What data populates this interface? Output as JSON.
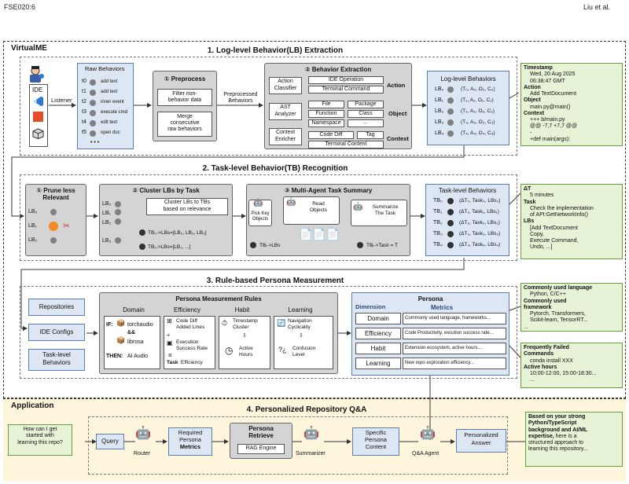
{
  "page_header": {
    "left": "FSE020:6",
    "right": "Liu et al."
  },
  "virtualme": {
    "title": "VirtualME",
    "ide_label": "IDE",
    "listener": "Listener"
  },
  "sec1": {
    "title": "1. Log-level Behavior(LB) Extraction",
    "raw": {
      "title": "Raw Behaviors",
      "items": [
        {
          "t": "t0",
          "label": "add text"
        },
        {
          "t": "t1",
          "label": "add text"
        },
        {
          "t": "t2",
          "label": "inner event"
        },
        {
          "t": "t3",
          "label": "execute cmd"
        },
        {
          "t": "t4",
          "label": "edit text"
        },
        {
          "t": "t5",
          "label": "open doc"
        }
      ],
      "ellipsis": "• • •"
    },
    "preprocess": {
      "title": "① Preprocess",
      "box1": [
        "Filter non-",
        "behavior data"
      ],
      "box2": [
        "Merge",
        "consecutive",
        "raw behaviors"
      ]
    },
    "preprocessed": [
      "Preprocessed",
      "Behaviors"
    ],
    "extraction": {
      "title": "② Behavior Extraction",
      "action_classifier": [
        "Action",
        "Classifier"
      ],
      "ast": [
        "AST",
        "Analyzer"
      ],
      "context": [
        "Context",
        "Enricher"
      ],
      "ide_op": "IDE Operation",
      "term_cmd": "Terminal Command",
      "file": "File",
      "package": "Package",
      "function": "Function",
      "class": "Class",
      "namespace": "Namespace",
      "dots": "...",
      "code_diff": "Code Diff",
      "tag": "Tag",
      "term_content": "Terminal Content",
      "action": "Action",
      "object": "Object",
      "ctx": "Context"
    },
    "lb": {
      "title": "Log-level Behaviors",
      "rows": [
        {
          "k": "LB₀",
          "v": "(T₀, A₀, O₀, C₀)"
        },
        {
          "k": "LB₁",
          "v": "(T₁, A₁, O₁, C₁)"
        },
        {
          "k": "LB₂",
          "v": "(T₂, A₂, O₂, C₂)"
        },
        {
          "k": "LB₃",
          "v": "(T₃, A₃, O₃, C₃)"
        },
        {
          "k": "LB₄",
          "v": "(T₄, A₄, O₄, C₄)"
        }
      ]
    },
    "note": {
      "l1b": "Timestamp",
      "l2": "Wed, 20 Aug 2025",
      "l3": "06:38:47 GMT",
      "l4b": "Action",
      "l5": "Add TextDocument",
      "l6b": "Object",
      "l7": "main.py@main()",
      "l8b": "Context",
      "l9": "+++ b/main.py",
      "l10": "@@ -7,7 +7,7 @@",
      "l11": "-",
      "l12": "+def main(args):"
    }
  },
  "sec2": {
    "title": "2. Task-level Behavior(TB) Recognition",
    "prune": {
      "title": [
        "① Prune less",
        "Relevant"
      ],
      "lb0": "LB₀",
      "lb1": "LB₁",
      "lb2": "LB₂"
    },
    "cluster": {
      "title": "② Cluster LBs by Task",
      "lb0": "LB₀",
      "lb1": "LB₁",
      "lb2": "LB₂",
      "lb3": "LB₃",
      "desc": [
        "Cluster LBs to TBs",
        "based on relevance"
      ],
      "tb0": "TB₀->LBs=[LB₀, LB₂, LB₃]",
      "tb1": "TB₁->LBs=[LB₁, ...]"
    },
    "multi": {
      "title": "③ Multi-Agent Task Summary",
      "pick": [
        "Pick Key",
        "Objects"
      ],
      "read": [
        "Read",
        "Objects"
      ],
      "summ": [
        "Summarize",
        "The Task"
      ],
      "tbi": "TBᵢ->LBs",
      "tbt": "TBᵢ->Task = T"
    },
    "tb": {
      "title": "Task-level Behaviors",
      "rows": [
        {
          "k": "TB₀",
          "v": "(ΔT₀, Task₀, LBs₀)"
        },
        {
          "k": "TB₁",
          "v": "(ΔT₁, Task₁, LBs₁)"
        },
        {
          "k": "TB₂",
          "v": "(ΔT₂, Task₂, LBs₂)"
        },
        {
          "k": "TB₃",
          "v": "(ΔT₃, Task₃, LBs₃)"
        },
        {
          "k": "TB₄",
          "v": "(ΔT₄, Task₄, LBs₄)"
        }
      ]
    },
    "note": {
      "l1b": "ΔT",
      "l2": "5 minutes",
      "l3b": "Task",
      "l4": "Check the implementation",
      "l5": "of API:GetNetworkInfo()",
      "l6b": "LBs",
      "l7": "[Add TextDocument",
      "l8": "Copy,",
      "l9": "Execute Command,",
      "l10": "Undo, ...]"
    }
  },
  "sec3": {
    "title": "3. Rule-based Persona Measurement",
    "inputs": {
      "repos": "Repositories",
      "ide": "IDE Configs",
      "tlb": [
        "Task-level",
        "Behaviors"
      ]
    },
    "rules": {
      "title": "Persona Measurement Rules",
      "domain": "Domain",
      "efficiency": "Efficiency",
      "habit": "Habit",
      "learning": "Learning",
      "if": "IF:",
      "torch": "torchaudio",
      "and": "&&",
      "librosa": "librosa",
      "then": "THEN:",
      "ai": "AI Audio",
      "code_diff": "Code Diff",
      "added": "Added Lines",
      "exec": "Execution",
      "succ": "Success Rate",
      "eq": "=",
      "task": "Task",
      "eff": "Efficiency",
      "ts": "Timestamp",
      "cl": "Cluster",
      "active": "Active",
      "hours": "Hours",
      "nav": "Navigation",
      "cyc": "Cyclicality",
      "conf": "Confusion",
      "level": "Level"
    },
    "persona": {
      "title": "Persona",
      "dim": "Dimension",
      "met": "Metrics",
      "rows": [
        {
          "d": "Domain",
          "m": "Commonly used language, frameworks..."
        },
        {
          "d": "Efficiency",
          "m": "Code Productivity, excution success rate..."
        },
        {
          "d": "Habit",
          "m": "Extension ecosystem, active hours..."
        },
        {
          "d": "Learning",
          "m": "New repo exploration efficiency..."
        }
      ]
    },
    "note1": {
      "l1b": "Commonly used language",
      "l2": "Python, C/C++",
      "l3b": "Commonly used",
      "l4b": "framework",
      "l5": "Pytorch, Transformers,",
      "l6": "Scikit-learn, TensorRT...",
      "l7": "..."
    },
    "note2": {
      "l1b": "Frequently Failed",
      "l2b": "Commands",
      "l3": "conda install XXX",
      "l4b": "Active hours",
      "l5": "10:00-12:00, 15:00-18:30...",
      "l6": "..."
    }
  },
  "app": {
    "title": "Application",
    "sec4": "4. Personalized Repository Q&A",
    "question": [
      "How can I get",
      "started with",
      "learning this repo?"
    ],
    "query": "Query",
    "router": "Router",
    "required": [
      "Required",
      "Persona"
    ],
    "metrics": "Metrics",
    "retr": [
      "Persona",
      "Retrieve"
    ],
    "rag": "RAG Engine",
    "summarizer": "Summarizer",
    "specific": [
      "Specific",
      "Persona",
      "Content"
    ],
    "qa": "Q&A Agent",
    "pers": [
      "Personalized",
      "Answer"
    ],
    "answer": {
      "l1": "Based on your strong",
      "l2": "Python/TypeScript",
      "l3": "background and AI/ML",
      "l4": "expertise,",
      "l4r": " here is a",
      "l5": "structured approach to",
      "l6": "learning this repository..."
    }
  },
  "colors": {
    "grey": "#d4d4d4",
    "blue": "#dde7f4",
    "green": "#e6f3d6",
    "yellow": "#fdf6dd",
    "orange": "#f08a24"
  }
}
